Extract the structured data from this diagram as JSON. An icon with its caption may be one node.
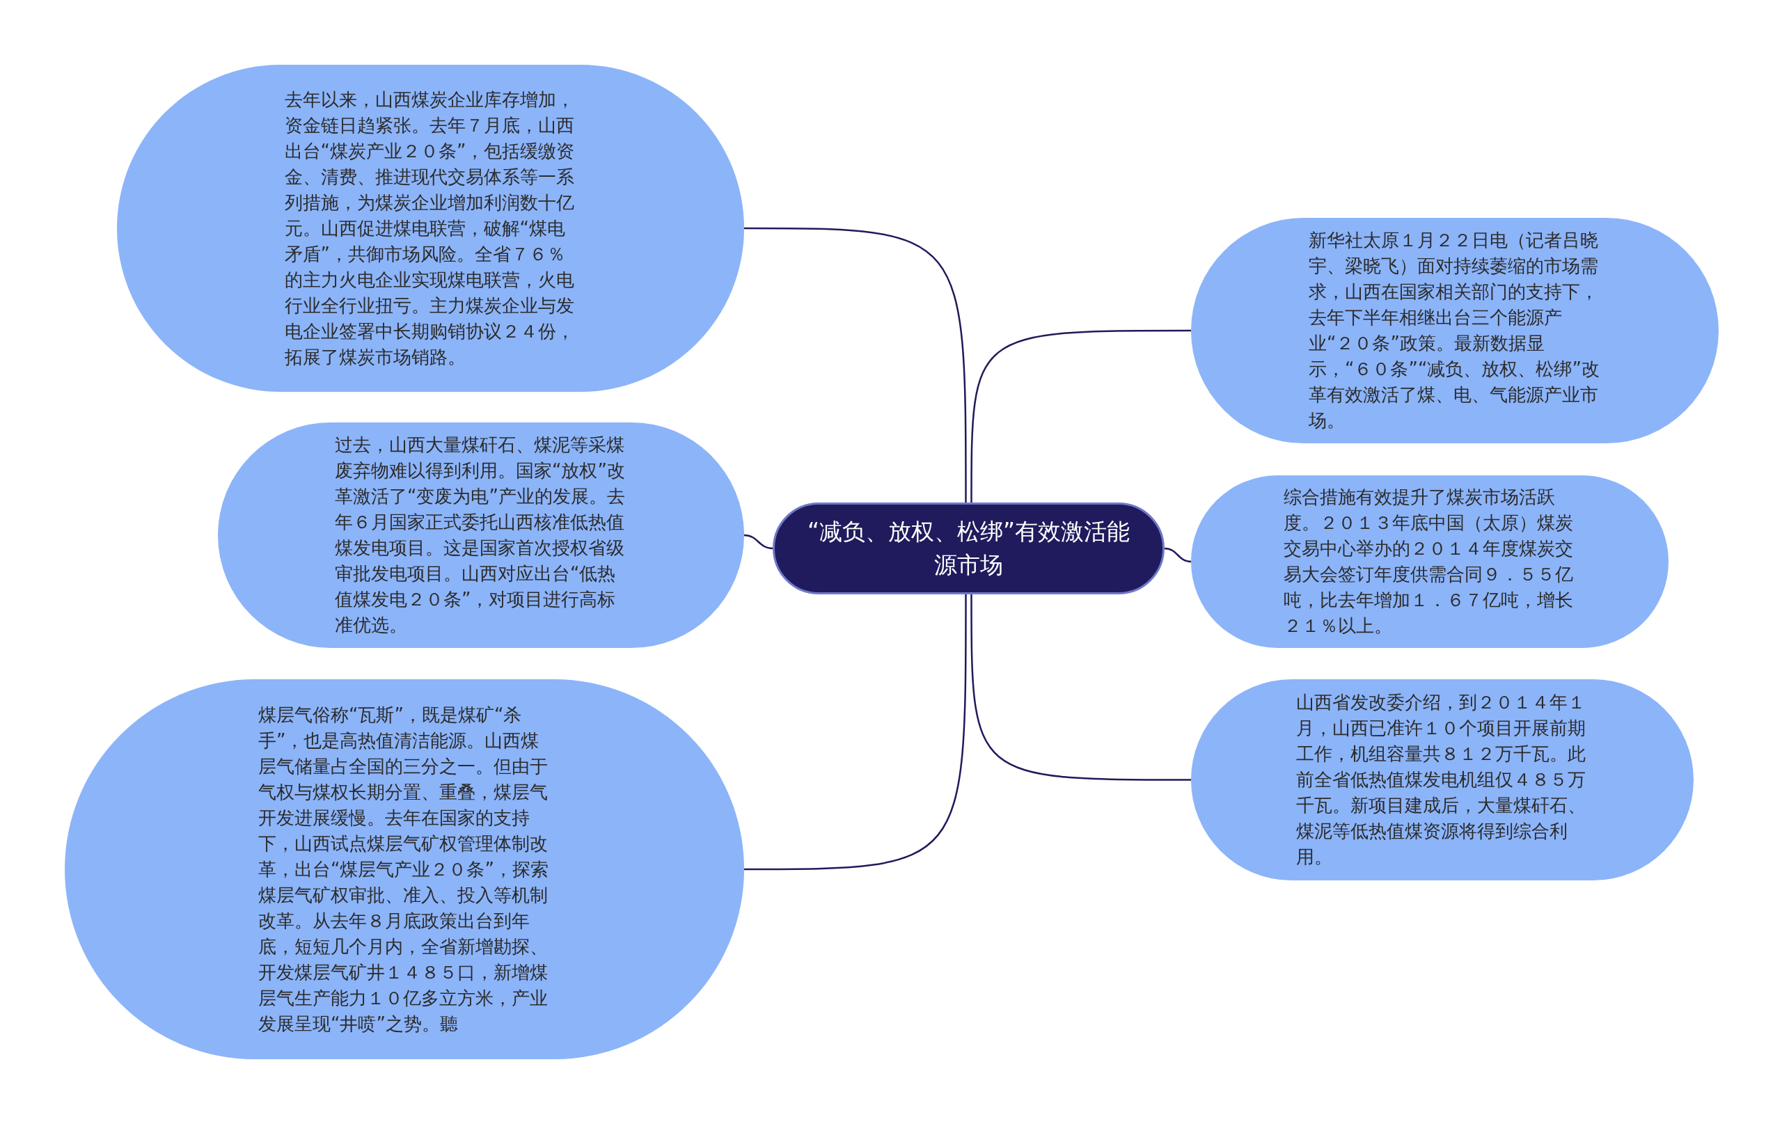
{
  "diagram": {
    "nodes": [
      {
        "text": [
          "“减负、放权、松绑”有效激活能源市场"
        ]
      },
      {
        "text": [
          "去年以来，山西煤炭企业库存增加，资金链日趋紧张。去年７月底，山西出台“煤炭产业２０条”，包括缓缴资金、清费、推进现代交易体系等一系列措施，为煤炭企业增加利润数十亿元。山西促进煤电联营，破解“煤电矛盾”，共御市场风险。全省７６％的主力火电企业实现煤电联营，火电行业全行业扭亏。主力煤炭企业与发电企业签署中长期购销协议２４份，拓展了煤炭市场销路。"
        ]
      },
      {
        "text": [
          "过去，山西大量煤矸石、煤泥等采煤废弃物难以得到利用。国家“放权”改革激活了“变废为电”产业的发展。去年６月国家正式委托山西核准低热值煤发电项目。这是国家首次授权省级审批发电项目。山西对应出台“低热值煤发电２０条”，对项目进行高标准优选。"
        ]
      },
      {
        "text": [
          "煤层气俗称“瓦斯”，既是煤矿“杀手”，也是高热值清洁能源。山西煤层气储量占全国的三分之一。但由于气权与煤权长期分置、重叠，煤层气开发进展缓慢。去年在国家的支持下，山西试点煤层气矿权管理体制改革，出台“煤层气产业２０条”，探索煤层气矿权审批、准入、投入等机制改革。从去年８月底政策出台到年底，短短几个月内，全省新增勘探、开发煤层气矿井１４８５口，新增煤层气生产能力１０亿多立方米，产业发展呈现“井喷”之势。聽"
        ]
      },
      {
        "text": [
          "新华社太原１月２２日电（记者吕晓宇、梁晓飞）面对持续萎缩的市场需求，山西在国家相关部门的支持下，去年下半年相继出台三个能源产业“２０条”政策。最新数据显示，“６０条”“减负、放权、松绑”改革有效激活了煤、电、气能源产业市场。"
        ]
      },
      {
        "text": [
          "综合措施有效提升了煤炭市场活跃度。２０１３年底中国（太原）煤炭交易中心举办的２０１４年度煤炭交易大会签订年度供需合同９．５５亿吨，比去年增加１．６７亿吨，增长２１％以上。"
        ]
      },
      {
        "text": [
          "山西省发改委介绍，到２０１４年１月，山西已准许１０个项目开展前期工作，机组容量共８１２万千瓦。此前全省低热值煤发电机组仅４８５万千瓦。新项目建成后，大量煤矸石、煤泥等低热值煤资源将得到综合利用。"
        ]
      }
    ],
    "edges": [
      {
        "from": 0,
        "to": 1,
        "arrow": "none"
      },
      {
        "from": 0,
        "to": 2,
        "arrow": "none"
      },
      {
        "from": 0,
        "to": 3,
        "arrow": "none"
      },
      {
        "from": 0,
        "to": 4,
        "arrow": "none"
      },
      {
        "from": 0,
        "to": 5,
        "arrow": "none"
      },
      {
        "from": 0,
        "to": 6,
        "arrow": "none"
      }
    ]
  }
}
